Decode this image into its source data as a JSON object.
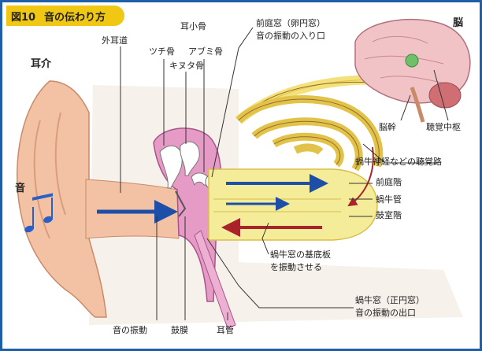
{
  "header": {
    "figure_number": "図10",
    "title": "音の伝わり方"
  },
  "labels": {
    "outer_ear": "耳介",
    "sound": "音",
    "ear_canal": "外耳道",
    "ossicles": "耳小骨",
    "malleus": "ツチ骨",
    "stapes": "アブミ骨",
    "incus": "キヌタ骨",
    "oval_window_line1": "前庭窓（卵円窓）",
    "oval_window_line2": "音の振動の入り口",
    "brain": "脳",
    "brainstem": "脳幹",
    "auditory_center": "聴覚中枢",
    "auditory_pathway": "蝸牛神経などの聴覚路",
    "scala_vestibuli": "前庭階",
    "cochlear_duct": "蝸牛管",
    "scala_tympani": "鼓室階",
    "basilar_line1": "蝸牛窓の基底板",
    "basilar_line2": "を振動させる",
    "round_window_line1": "蝸牛窓（正円窓）",
    "round_window_line2": "音の振動の出口",
    "sound_vibration": "音の振動",
    "eardrum": "鼓膜",
    "eustachian_tube": "耳管"
  },
  "icons": {
    "music_note": "music-note-icon"
  },
  "colors": {
    "header": "#f0c814",
    "frame": "#1f5fa8",
    "skin": "#f3c2a4",
    "middle_ear": "#e69bc6",
    "cochlea": "#f5ec9a",
    "arrow_blue": "#1e4fa8",
    "arrow_red": "#a8242a",
    "note_blue": "#2a5fc8"
  }
}
